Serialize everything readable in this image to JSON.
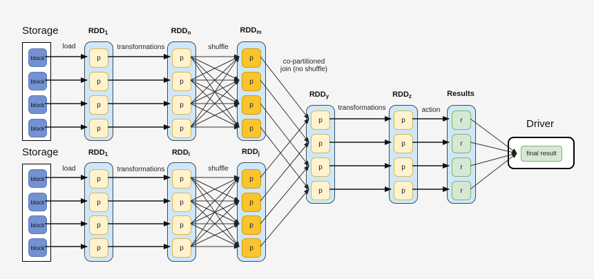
{
  "colors": {
    "background": "#f5f5f6",
    "storage_fill": "#ffffff",
    "storage_border": "#000000",
    "block_fill": "#7492d2",
    "block_border": "#5c79b5",
    "rdd_fill": "#cfe7fa",
    "rdd_border": "#3d4a52",
    "p_cream_fill": "#fff2cc",
    "p_cream_border": "#d6b656",
    "p_orange_fill": "#f9c42d",
    "p_orange_border": "#d79b00",
    "r_fill": "#d5e8d4",
    "r_border": "#82b366",
    "driver_fill": "#ffffff",
    "driver_border": "#000000"
  },
  "pipelines": {
    "top": {
      "storage_title": "Storage",
      "blocks": [
        "block",
        "block",
        "block",
        "block"
      ],
      "load_label": "load",
      "transformations_label": "transformations",
      "shuffle_label": "shuffle",
      "rdd1": {
        "name": "RDD",
        "sub": "1",
        "partitions": [
          "p",
          "p",
          "p",
          "p"
        ]
      },
      "rddn": {
        "name": "RDD",
        "sub": "n",
        "partitions": [
          "p",
          "p",
          "p",
          "p"
        ]
      },
      "rddm": {
        "name": "RDD",
        "sub": "m",
        "partitions": [
          "p",
          "p",
          "p",
          "p"
        ]
      }
    },
    "bottom": {
      "storage_title": "Storage",
      "blocks": [
        "block",
        "block",
        "block",
        "block"
      ],
      "load_label": "load",
      "transformations_label": "transformations",
      "shuffle_label": "shuffle",
      "rdd1": {
        "name": "RDD",
        "sub": "1",
        "partitions": [
          "p",
          "p",
          "p",
          "p"
        ]
      },
      "rddi": {
        "name": "RDD",
        "sub": "i",
        "partitions": [
          "p",
          "p",
          "p",
          "p"
        ]
      },
      "rddj": {
        "name": "RDD",
        "sub": "j",
        "partitions": [
          "p",
          "p",
          "p",
          "p"
        ]
      }
    }
  },
  "join_label": {
    "line1": "co-partitioned",
    "line2": "join (no shuffle)"
  },
  "merge": {
    "rddy": {
      "name": "RDD",
      "sub": "y",
      "partitions": [
        "p",
        "p",
        "p",
        "p"
      ]
    },
    "rddz": {
      "name": "RDD",
      "sub": "z",
      "partitions": [
        "p",
        "p",
        "p",
        "p"
      ]
    },
    "transformations_label": "transformations",
    "action_label": "action",
    "results": {
      "title": "Results",
      "items": [
        "r",
        "r",
        "r",
        "r"
      ]
    }
  },
  "driver": {
    "title": "Driver",
    "final_result_label": "final result"
  }
}
